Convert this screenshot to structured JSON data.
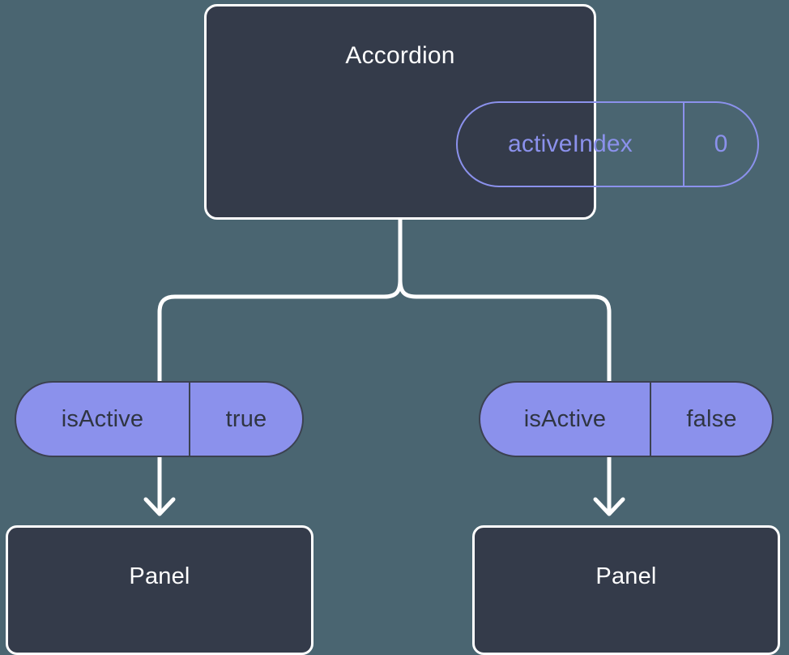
{
  "diagram": {
    "title_hidden": "Accordion component state propagation tree",
    "background_color": "#4a6571",
    "card_fill": "#343b4a",
    "card_stroke": "#ffffff",
    "accent_color": "#8b91ec",
    "pill_text_color": "#2f3542",
    "connector_color": "#ffffff"
  },
  "root": {
    "label": "Accordion",
    "state": {
      "key": "activeIndex",
      "value": "0"
    }
  },
  "branches": [
    {
      "prop": {
        "key": "isActive",
        "value": "true"
      },
      "child": {
        "label": "Panel"
      }
    },
    {
      "prop": {
        "key": "isActive",
        "value": "false"
      },
      "child": {
        "label": "Panel"
      }
    }
  ]
}
